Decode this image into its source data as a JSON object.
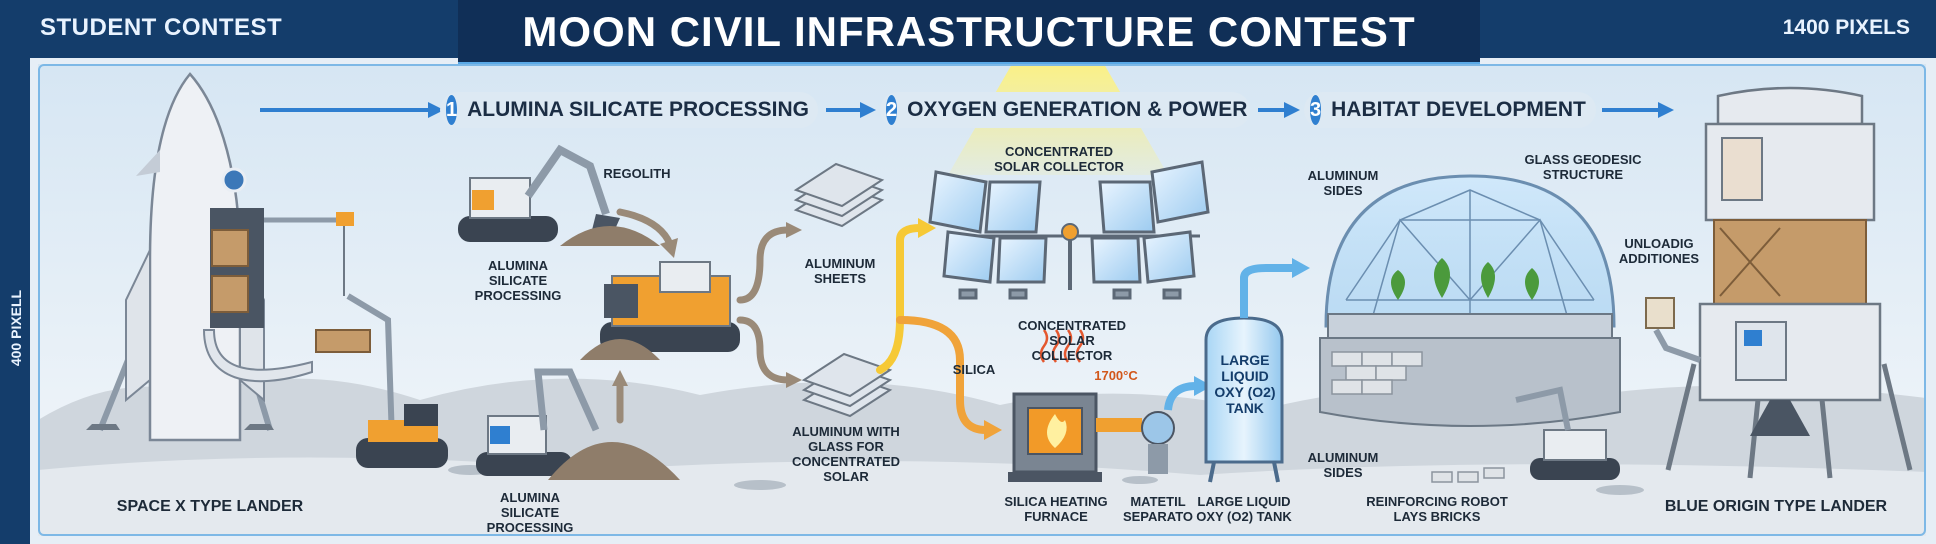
{
  "header": {
    "left_label": "STUDENT CONTEST",
    "title": "MOON CIVIL INFRASTRUCTURE CONTEST",
    "right_label": "1400 PIXELS",
    "side_label": "400 PIXELL",
    "left_icon": "pencil-icon"
  },
  "steps": [
    {
      "num": "1",
      "label": "ALUMINA SILICATE PROCESSING"
    },
    {
      "num": "2",
      "label": "OXYGEN GENERATION & POWER"
    },
    {
      "num": "3",
      "label": "HABITAT DEVELOPMENT"
    }
  ],
  "labels": {
    "left_lander": "SPACE X TYPE LANDER",
    "regolith": "REGOLITH",
    "excavator_top": "ALUMINA SILICATE PROCESSING",
    "excavator_bottom": "ALUMINA SILICATE PROCESSING",
    "aluminum_sheets": "ALUMINUM SHEETS",
    "aluminum_glass": "ALUMINUM WITH GLASS FOR CONCENTRATED SOLAR",
    "silica": "SILICA",
    "collector_top": "CONCENTRATED SOLAR COLLECTOR",
    "collector_bottom": "CONCENTRATED SOLAR COLLECTOR",
    "temperature": "1700°C",
    "furnace": "SILICA HEATING FURNACE",
    "separator": "MATETIL SEPARATO",
    "tank_bottom": "LARGE LIQUID OXY (O2) TANK",
    "tank_body": "LARGE LIQUID OXY (O2) TANK",
    "aluminum_sides_top": "ALUMINUM SIDES",
    "aluminum_sides_bottom": "ALUMINUM SIDES",
    "glass_geodesic": "GLASS GEODESIC STRUCTURE",
    "robot": "REINFORCING ROBOT LAYS BRICKS",
    "unloading": "UNLOADIG ADDITIONES",
    "right_lander": "BLUE ORIGIN TYPE LANDER"
  },
  "colors": {
    "header": "#143d6b",
    "accent_blue": "#2f7fd0",
    "frame": "#7db8e6",
    "arrow_brown": "#9a8a78",
    "arrow_orange": "#f0a33a",
    "arrow_yellow": "#f6c936",
    "arrow_blue": "#62b2e8",
    "machinery": "#f0a030"
  }
}
